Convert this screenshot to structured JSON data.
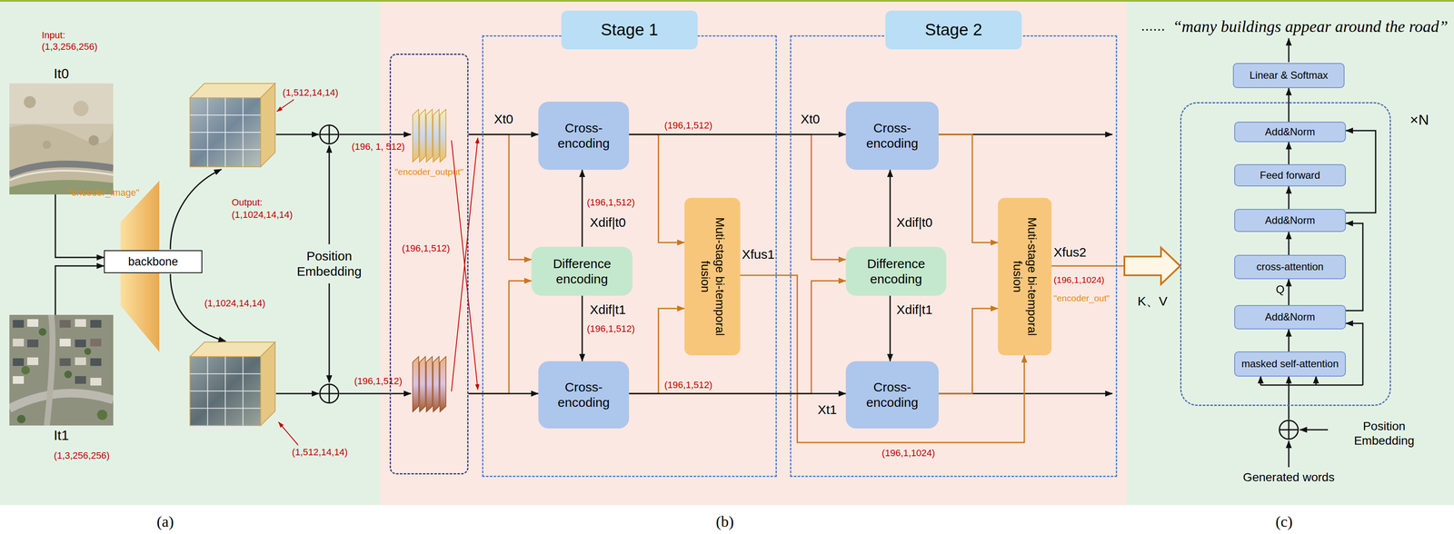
{
  "diagram": {
    "nodes": [
      {
        "text": [
          "It0"
        ]
      },
      {
        "text": [
          "backbone"
        ]
      },
      {
        "text": [
          "It1"
        ]
      },
      {
        "text": [
          "\"encoder_output\""
        ]
      },
      {
        "text": [
          "Stage 1"
        ]
      },
      {
        "text": [
          "Cross-encoding"
        ],
        "in": 4
      },
      {
        "text": [
          "Difference encoding"
        ],
        "in": 4
      },
      {
        "text": [
          "Cross-encoding"
        ],
        "in": 4
      },
      {
        "text": [
          "Muti-stage bi-temporal fusion"
        ],
        "in": 4
      },
      {
        "text": [
          "Stage 2"
        ]
      },
      {
        "text": [
          "Cross-encoding"
        ],
        "in": 9
      },
      {
        "text": [
          "Difference encoding"
        ],
        "in": 9
      },
      {
        "text": [
          "Cross-encoding"
        ],
        "in": 9
      },
      {
        "text": [
          "Muti-stage bi-temporal fusion"
        ],
        "in": 9
      },
      {
        "text": [
          "Linear & Softmax"
        ]
      },
      {
        "text": [
          "×N"
        ]
      },
      {
        "text": [
          "Add&Norm"
        ],
        "in": 15
      },
      {
        "text": [
          "Feed forward"
        ],
        "in": 15
      },
      {
        "text": [
          "Add&Norm"
        ],
        "in": 15
      },
      {
        "text": [
          "cross-attention"
        ],
        "in": 15
      },
      {
        "text": [
          "Add&Norm"
        ],
        "in": 15
      },
      {
        "text": [
          "masked self-attention"
        ],
        "in": 15
      }
    ],
    "edges": [
      {
        "from": 0,
        "to": 1,
        "arrow": "to"
      },
      {
        "from": 2,
        "to": 1,
        "arrow": "to"
      },
      {
        "from": 3,
        "to": 5,
        "arrow": "to"
      },
      {
        "from": 3,
        "to": 6,
        "arrow": "to"
      },
      {
        "from": 3,
        "to": 7,
        "arrow": "to"
      },
      {
        "from": 3,
        "to": 6,
        "arrow": "to"
      },
      {
        "from": 6,
        "to": 5,
        "arrow": "to"
      },
      {
        "from": 6,
        "to": 7,
        "arrow": "to"
      },
      {
        "from": 5,
        "to": 10,
        "arrow": "to"
      },
      {
        "from": 5,
        "to": 8,
        "arrow": "to"
      },
      {
        "from": 7,
        "to": 12,
        "arrow": "to"
      },
      {
        "from": 7,
        "to": 8,
        "arrow": "to"
      },
      {
        "from": 8,
        "to": 13,
        "arrow": "to"
      },
      {
        "from": 5,
        "to": 11,
        "arrow": "to"
      },
      {
        "from": 7,
        "to": 11,
        "arrow": "to"
      },
      {
        "from": 11,
        "to": 10,
        "arrow": "to"
      },
      {
        "from": 11,
        "to": 12,
        "arrow": "to"
      },
      {
        "from": 10,
        "to": 13,
        "arrow": "to"
      },
      {
        "from": 12,
        "to": 13,
        "arrow": "to"
      },
      {
        "from": 13,
        "to": 15,
        "arrow": "to"
      },
      {
        "from": 21,
        "to": 20,
        "arrow": "to"
      },
      {
        "from": 20,
        "to": 19,
        "arrow": "to"
      },
      {
        "from": 19,
        "to": 18,
        "arrow": "to"
      },
      {
        "from": 18,
        "to": 17,
        "arrow": "to"
      },
      {
        "from": 17,
        "to": 16,
        "arrow": "to"
      },
      {
        "from": 16,
        "to": 14,
        "arrow": "to"
      },
      {
        "from": 20,
        "to": 18,
        "arrow": "to"
      },
      {
        "from": 18,
        "to": 16,
        "arrow": "to"
      }
    ],
    "labels": [
      "Input:",
      "(1,3,256,256)",
      "\"encoder_image\"",
      "Output:",
      "(1,1024,14,14)",
      "(1,1024,14,14)",
      "(1,512,14,14)",
      "Position Embedding",
      "(196, 1, 512)",
      "(1,512,14,14)",
      "(196,1,512)",
      "(1,3,256,256)",
      "(196,1,512)",
      "Xt0",
      "(196,1,512)",
      "(196,1,512)",
      "Xdif|t0",
      "Xdif|t1",
      "(196,1,512)",
      "(196,1,512)",
      "Xfus1",
      "Xt0",
      "Xdif|t0",
      "Xdif|t1",
      "Xt1",
      "(196,1,1024)",
      "Xfus2",
      "(196,1,1024)",
      "\"encoder_out\"",
      "K、V",
      "......",
      "“many buildings appear around the road”",
      "Q",
      "Position Embedding",
      "Generated words",
      "(a)",
      "(b)",
      "(c)"
    ]
  }
}
